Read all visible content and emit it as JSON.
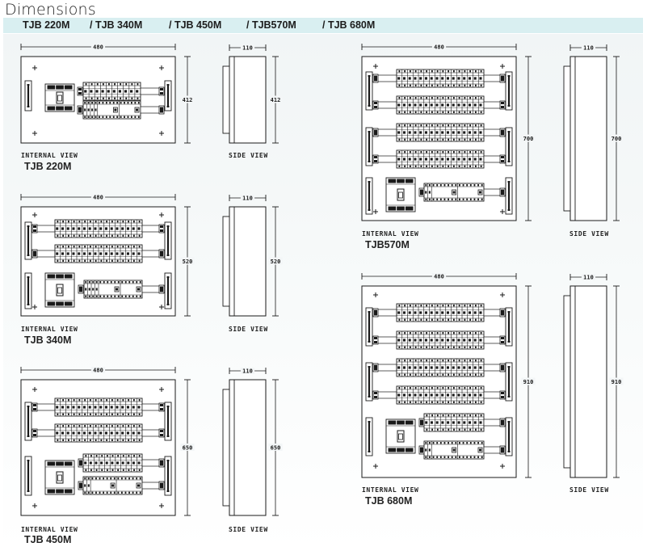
{
  "page": {
    "title": "Dimensions",
    "models_bar": [
      {
        "label": "TJB 220M"
      },
      {
        "label": "/ TJB 340M"
      },
      {
        "label": "/ TJB 450M"
      },
      {
        "label": "/ TJB570M"
      },
      {
        "label": "/ TJB 680M"
      }
    ]
  },
  "labels": {
    "internal_view": "INTERNAL VIEW",
    "side_view": "SIDE VIEW"
  },
  "panels": [
    {
      "model": "TJB 220M",
      "width_mm": "480",
      "height_mm": "412",
      "depth_mm": "110"
    },
    {
      "model": "TJB 340M",
      "width_mm": "480",
      "height_mm": "520",
      "depth_mm": "110"
    },
    {
      "model": "TJB 450M",
      "width_mm": "480",
      "height_mm": "650",
      "depth_mm": "110"
    },
    {
      "model": "TJB570M",
      "width_mm": "480",
      "height_mm": "700",
      "depth_mm": "110"
    },
    {
      "model": "TJB 680M",
      "width_mm": "480",
      "height_mm": "910",
      "depth_mm": "110"
    }
  ],
  "colors": {
    "line": "#1a1a1a",
    "panel_fill": "#ffffff",
    "header_bar": "#d9eff1"
  }
}
